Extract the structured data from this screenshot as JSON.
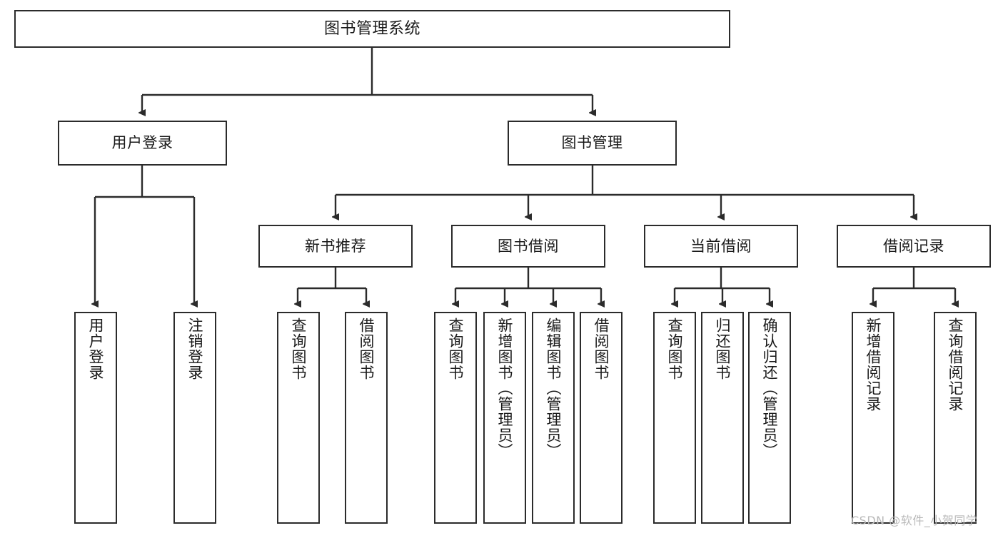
{
  "diagram": {
    "title": "图书管理系统",
    "watermark": "CSDN @软件_小贺同学",
    "colors": {
      "box_border": "#2b2b2b",
      "box_fill": "#ffffff",
      "connector": "#2b2b2b",
      "text": "#1a1a1a",
      "watermark": "#b9b9b9",
      "background": "#ffffff"
    },
    "root": {
      "label": "图书管理系统"
    },
    "level2": [
      {
        "label": "用户登录"
      },
      {
        "label": "图书管理"
      }
    ],
    "level3": [
      {
        "label": "新书推荐"
      },
      {
        "label": "图书借阅"
      },
      {
        "label": "当前借阅"
      },
      {
        "label": "借阅记录"
      }
    ],
    "leaves": {
      "user_login": [
        {
          "label": "用户登录"
        },
        {
          "label": "注销登录"
        }
      ],
      "new_book": [
        {
          "label": "查询图书"
        },
        {
          "label": "借阅图书"
        }
      ],
      "book_borrow": [
        {
          "label": "查询图书"
        },
        {
          "label": "新增图书（管理员）"
        },
        {
          "label": "编辑图书（管理员）"
        },
        {
          "label": "借阅图书"
        }
      ],
      "current_borrow": [
        {
          "label": "查询图书"
        },
        {
          "label": "归还图书"
        },
        {
          "label": "确认归还（管理员）"
        }
      ],
      "borrow_record": [
        {
          "label": "新增借阅记录"
        },
        {
          "label": "查询借阅记录"
        }
      ]
    }
  }
}
